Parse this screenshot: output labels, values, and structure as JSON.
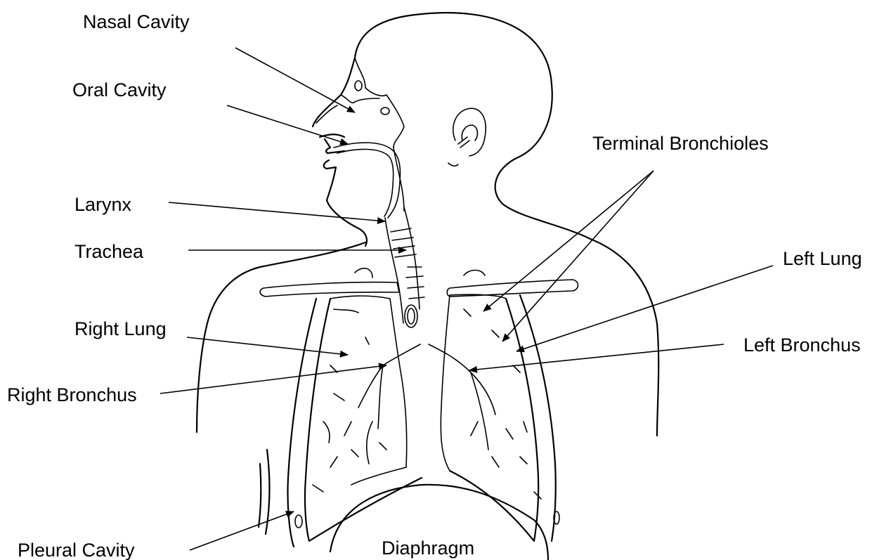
{
  "labels": {
    "nasal_cavity": "Nasal Cavity",
    "oral_cavity": "Oral Cavity",
    "larynx": "Larynx",
    "trachea": "Trachea",
    "right_lung": "Right Lung",
    "right_bronchus": "Right Bronchus",
    "pleural_cavity": "Pleural Cavity",
    "diaphragm": "Diaphragm",
    "terminal_bronchioles": "Terminal Bronchioles",
    "left_lung": "Left Lung",
    "left_bronchus": "Left Bronchus"
  },
  "colors": {
    "line": "#000000",
    "background": "#ffffff"
  }
}
